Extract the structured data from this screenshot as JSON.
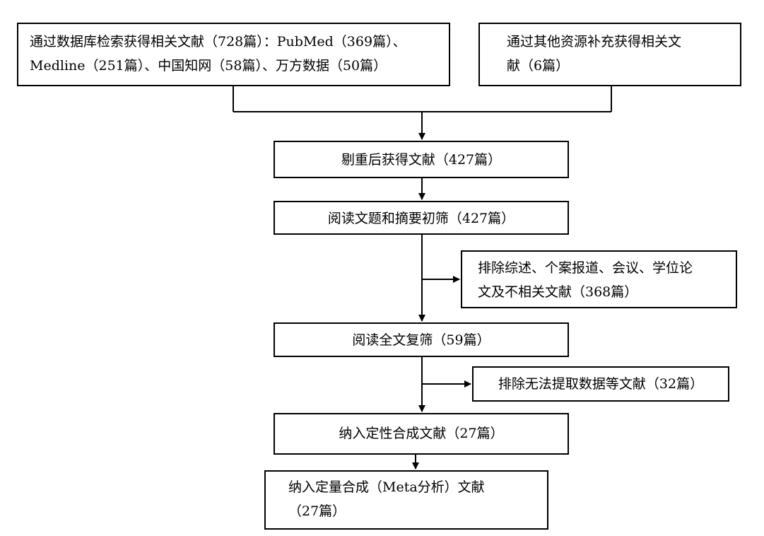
{
  "boxes": {
    "database_search": {
      "line1": "通过数据库检索获得相关文献（728篇）：PubMed（369篇）、",
      "line2": "Medline（251篇）、中国知网（58篇）、万方数据（50篇）"
    },
    "other_sources": {
      "line1": "通过其他资源补充获得相关文",
      "line2": "献（6篇）"
    },
    "after_dedup": {
      "line1": "剔重后获得文献（427篇）"
    },
    "title_abstract_screen": {
      "line1": "阅读文题和摘要初筛（427篇）"
    },
    "exclude_reviews": {
      "line1": "排除综述、个案报道、会议、学位论",
      "line2": "文及不相关文献（368篇）"
    },
    "fulltext_screen": {
      "line1": "阅读全文复筛（59篇）"
    },
    "exclude_no_data": {
      "line1": "排除无法提取数据等文献（32篇）"
    },
    "qualitative_synthesis": {
      "line1": "纳入定性合成文献（27篇）"
    },
    "meta_analysis": {
      "line1": "纳入定量合成（Meta分析）文献",
      "line2": "（27篇）"
    }
  },
  "colors": {
    "stroke": "#000000",
    "background": "#ffffff"
  }
}
